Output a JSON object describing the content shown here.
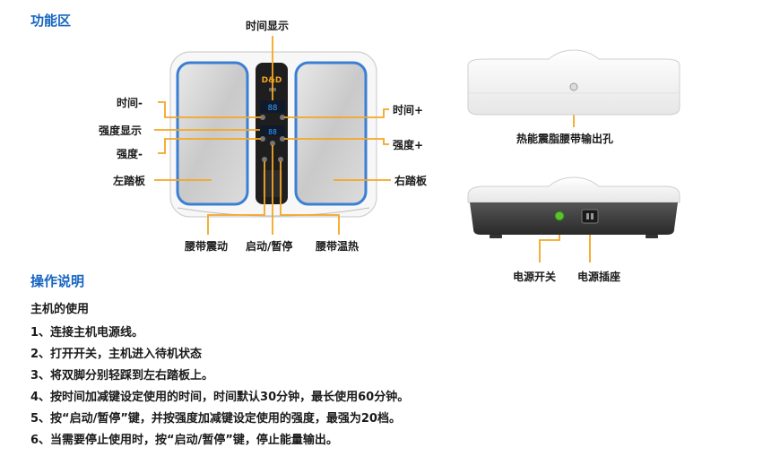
{
  "section_function": "功能区",
  "labels": {
    "time_display": "时间显示",
    "time_minus": "时间-",
    "strength_display": "强度显示",
    "strength_minus": "强度-",
    "left_pedal": "左踏板",
    "time_plus": "时间+",
    "strength_plus": "强度+",
    "right_pedal": "右踏板",
    "waist_vibration": "腰带震动",
    "start_pause": "启动/暂停",
    "waist_heat": "腰带温热",
    "belt_port": "热能震脂腰带输出孔",
    "power_switch": "电源开关",
    "power_socket": "电源插座"
  },
  "panel_brand": "D&D",
  "section_operation": "操作说明",
  "main_usage_title": "主机的使用",
  "steps": [
    "1、连接主机电源线。",
    "2、打开开关，主机进入待机状态",
    "3、将双脚分别轻踩到左右踏板上。",
    "4、按时间加减键设定使用的时间，时间默认30分钟，最长使用60分钟。",
    "5、按“启动/暂停”键，并按强度加减键设定使用的强度，最强为20档。",
    "6、当需要停止使用时，按“启动/暂停”键，停止能量输出。"
  ],
  "colors": {
    "accent_blue": "#1565c0",
    "leader_orange": "#f5a623",
    "pedal_border": "#3b7fd4",
    "power_green": "#5cc130"
  }
}
